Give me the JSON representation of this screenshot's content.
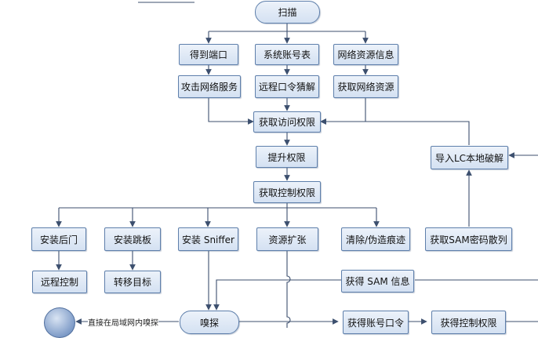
{
  "nodes": {
    "scan": "扫描",
    "get_port": "得到端口",
    "sys_account": "系统账号表",
    "net_resource_info": "网络资源信息",
    "attack_net_service": "攻击网络服务",
    "remote_pw_guess": "远程口令猜解",
    "get_net_resource": "获取网络资源",
    "get_access": "获取访问权限",
    "escalate": "提升权限",
    "get_control": "获取控制权限",
    "install_backdoor": "安装后门",
    "install_pivot": "安装跳板",
    "install_sniffer": "安装 Sniffer",
    "resource_expand": "资源扩张",
    "clear_traces": "清除/伪造痕迹",
    "remote_control": "远程控制",
    "move_target": "转移目标",
    "get_sam_info": "获得 SAM 信息",
    "sniff": "嗅探",
    "get_account_pw": "获得账号口令",
    "get_control2": "获得控制权限",
    "import_lc": "导入LC本地破解",
    "get_sam_hash": "获取SAM密码散列"
  },
  "labels": {
    "direct_lan_sniff": "直接在局域网内嗅探"
  },
  "colors": {
    "box_border": "#5e7fab",
    "line": "#3c4f6e"
  }
}
